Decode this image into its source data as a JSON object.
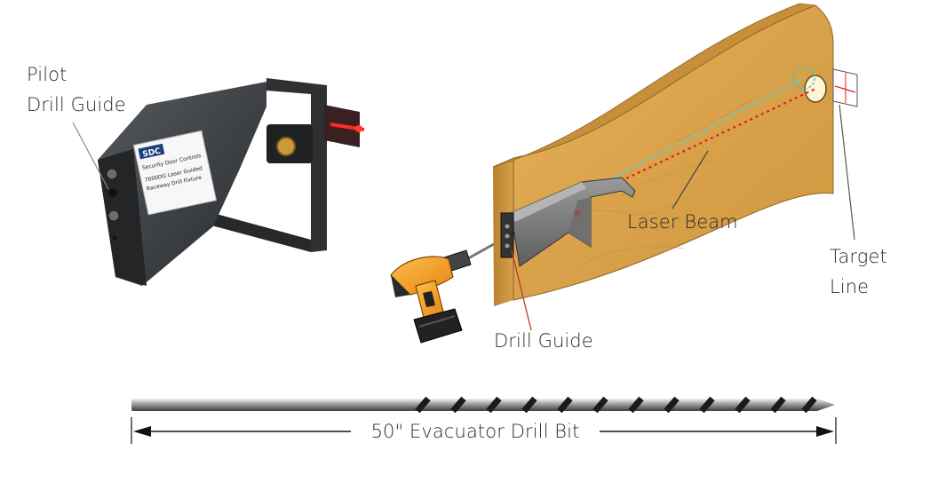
{
  "labels": {
    "pilot_drill_guide_line1": "Pilot",
    "pilot_drill_guide_line2": "Drill Guide",
    "laser_beam": "Laser Beam",
    "target_line_line1": "Target",
    "target_line_line2": "Line",
    "drill_guide": "Drill Guide",
    "drill_bit": "50\" Evacuator Drill Bit"
  },
  "fixture_sticker": {
    "brand": "SDC",
    "line1": "Security Door Controls",
    "line2": "7000DG Laser Guided",
    "line3": "Raceway Drill Fixture"
  },
  "colors": {
    "wood": "#d9a24a",
    "laser_red": "#e0201a",
    "laser_cyan": "#5ad0d0",
    "drill_orange": "#f39a1a",
    "fixture_dark": "#3a3d40"
  }
}
